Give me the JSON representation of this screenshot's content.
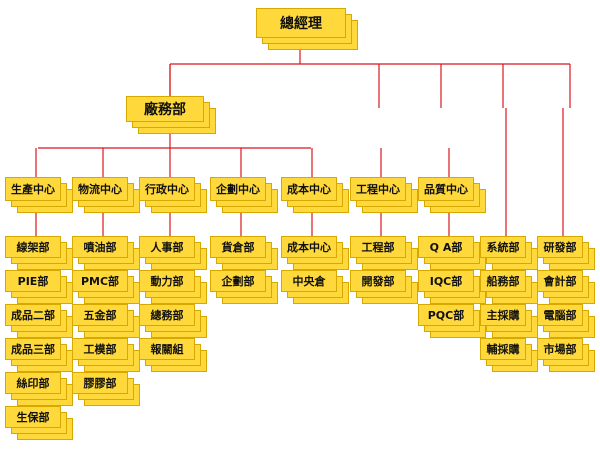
{
  "org": {
    "top": "總經理",
    "admin": "廠務部",
    "centers": [
      {
        "label": "生產中心",
        "children": [
          "線架部",
          "PIE部",
          "成品二部",
          "成品三部",
          "絲印部",
          "生保部"
        ]
      },
      {
        "label": "物流中心",
        "children": [
          "噴油部",
          "PMC部",
          "五金部",
          "工模部",
          "膠膠部"
        ]
      },
      {
        "label": "行政中心",
        "children": [
          "人事部",
          "動力部",
          "總務部",
          "報關組"
        ]
      },
      {
        "label": "企劃中心",
        "children": [
          "貨倉部",
          "企劃部"
        ]
      },
      {
        "label": "成本中心",
        "children": [
          "成本中心",
          "中央倉"
        ]
      },
      {
        "label": "工程中心",
        "children": [
          "工程部",
          "開發部"
        ]
      },
      {
        "label": "品質中心",
        "children": [
          "Q A部",
          "IQC部",
          "PQC部"
        ]
      },
      {
        "label": "",
        "children": [
          "系統部",
          "船務部",
          "主採購",
          "輔採購"
        ]
      },
      {
        "label": "",
        "children": [
          "研發部",
          "會計部",
          "電腦部",
          "市場部"
        ]
      }
    ]
  }
}
